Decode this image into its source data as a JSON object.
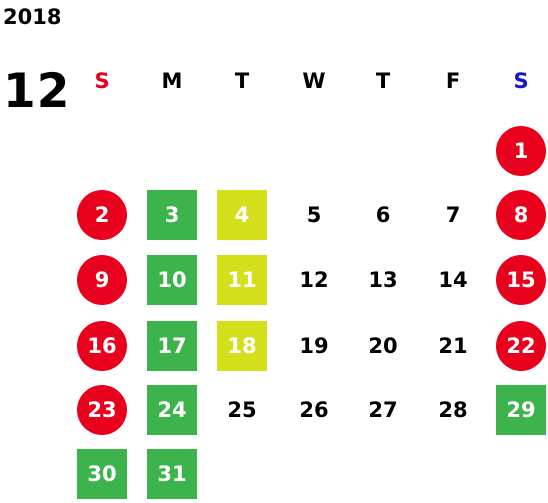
{
  "calendar": {
    "year": "2018",
    "month": "12",
    "weekdays": [
      {
        "label": "S",
        "color": "#e8001c"
      },
      {
        "label": "M",
        "color": "#000000"
      },
      {
        "label": "T",
        "color": "#000000"
      },
      {
        "label": "W",
        "color": "#000000"
      },
      {
        "label": "T",
        "color": "#000000"
      },
      {
        "label": "F",
        "color": "#000000"
      },
      {
        "label": "S",
        "color": "#1414d4"
      }
    ],
    "first_weekday_index": 6,
    "days": [
      {
        "label": "1",
        "style": "red-circle"
      },
      {
        "label": "2",
        "style": "red-circle"
      },
      {
        "label": "3",
        "style": "green-square"
      },
      {
        "label": "4",
        "style": "yellow-square"
      },
      {
        "label": "5",
        "style": "plain"
      },
      {
        "label": "6",
        "style": "plain"
      },
      {
        "label": "7",
        "style": "plain"
      },
      {
        "label": "8",
        "style": "red-circle"
      },
      {
        "label": "9",
        "style": "red-circle"
      },
      {
        "label": "10",
        "style": "green-square"
      },
      {
        "label": "11",
        "style": "yellow-square"
      },
      {
        "label": "12",
        "style": "plain"
      },
      {
        "label": "13",
        "style": "plain"
      },
      {
        "label": "14",
        "style": "plain"
      },
      {
        "label": "15",
        "style": "red-circle"
      },
      {
        "label": "16",
        "style": "red-circle"
      },
      {
        "label": "17",
        "style": "green-square"
      },
      {
        "label": "18",
        "style": "yellow-square"
      },
      {
        "label": "19",
        "style": "plain"
      },
      {
        "label": "20",
        "style": "plain"
      },
      {
        "label": "21",
        "style": "plain"
      },
      {
        "label": "22",
        "style": "red-circle"
      },
      {
        "label": "23",
        "style": "red-circle"
      },
      {
        "label": "24",
        "style": "green-square"
      },
      {
        "label": "25",
        "style": "plain"
      },
      {
        "label": "26",
        "style": "plain"
      },
      {
        "label": "27",
        "style": "plain"
      },
      {
        "label": "28",
        "style": "plain"
      },
      {
        "label": "29",
        "style": "green-square"
      },
      {
        "label": "30",
        "style": "green-square"
      },
      {
        "label": "31",
        "style": "green-square"
      }
    ]
  },
  "colors": {
    "red": "#e8001c",
    "green": "#3cb44b",
    "yellow": "#d4e01c",
    "sunday_label": "#e8001c",
    "saturday_label": "#1414d4"
  }
}
